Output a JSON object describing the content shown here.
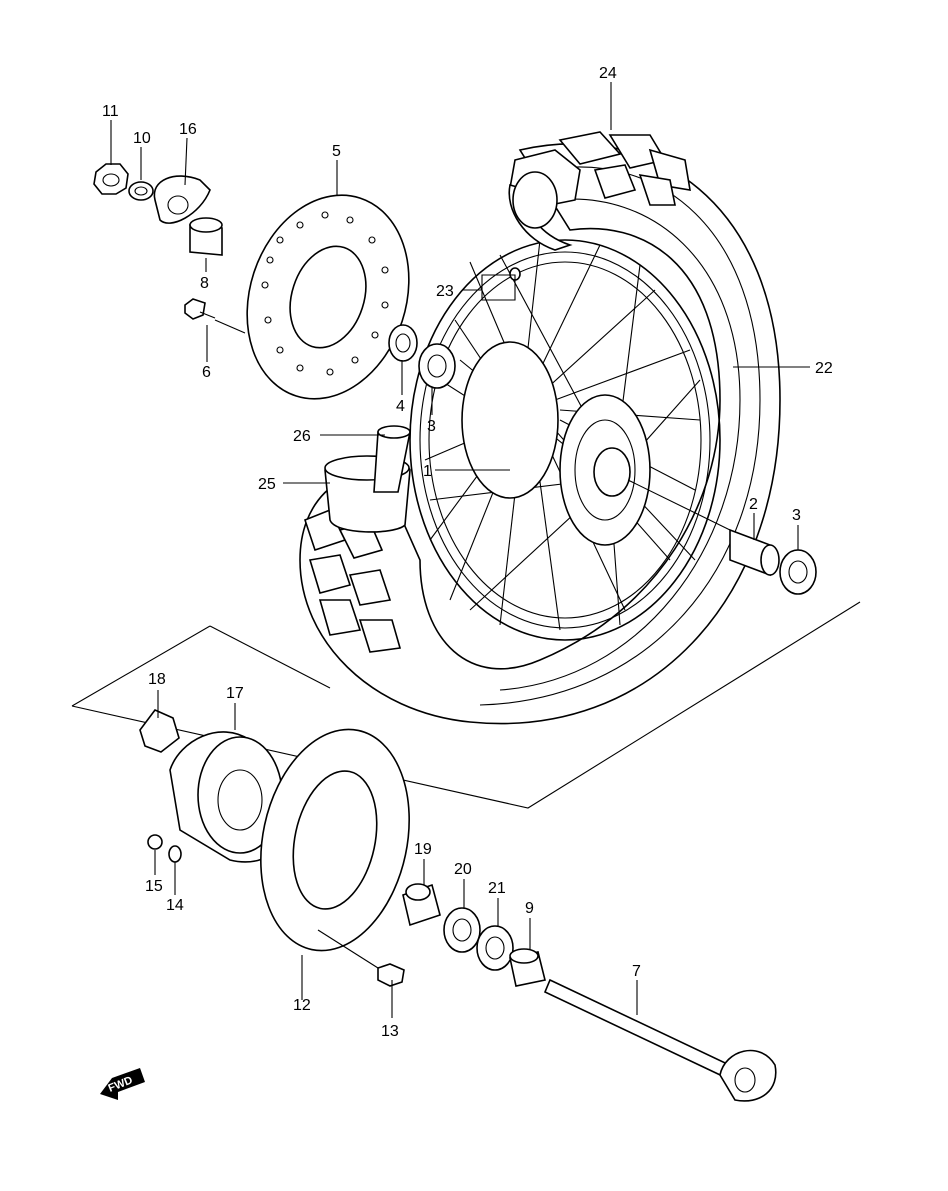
{
  "diagram": {
    "direction_marker": "FWD",
    "callouts": {
      "c1": "1",
      "c2": "2",
      "c3a": "3",
      "c3b": "3",
      "c4": "4",
      "c5": "5",
      "c6": "6",
      "c7": "7",
      "c8": "8",
      "c9": "9",
      "c10": "10",
      "c11": "11",
      "c12": "12",
      "c13": "13",
      "c14": "14",
      "c15": "15",
      "c16": "16",
      "c17": "17",
      "c18": "18",
      "c19": "19",
      "c20": "20",
      "c21": "21",
      "c22": "22",
      "c23": "23",
      "c24": "24",
      "c25": "25",
      "c26": "26"
    }
  }
}
